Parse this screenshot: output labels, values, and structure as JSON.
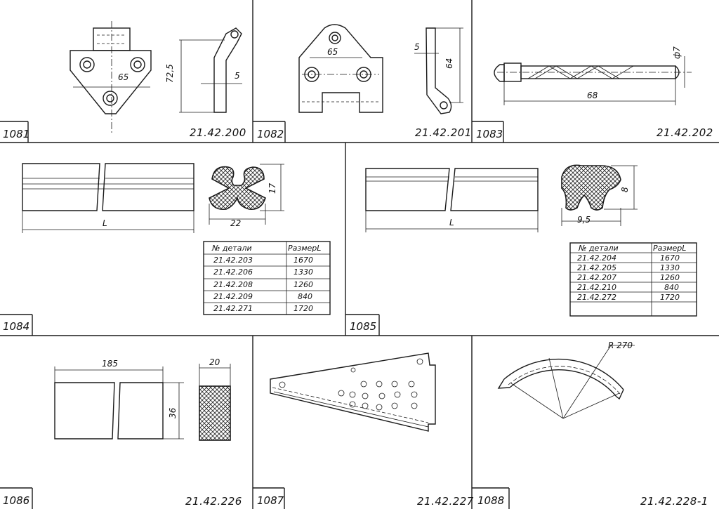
{
  "panels": [
    {
      "number": "1081",
      "code": "21.42.200",
      "dims": [
        "65",
        "72,5",
        "5"
      ]
    },
    {
      "number": "1082",
      "code": "21.42.201",
      "dims": [
        "65",
        "5",
        "64"
      ]
    },
    {
      "number": "1083",
      "code": "21.42.202",
      "dims": [
        "68",
        "ф7"
      ]
    },
    {
      "number": "1084",
      "dims": [
        "L",
        "22",
        "17"
      ],
      "table": {
        "headers": [
          "№ детали",
          "РазмерL"
        ],
        "rows": [
          [
            "21.42.203",
            "1670"
          ],
          [
            "21.42.206",
            "1330"
          ],
          [
            "21.42.208",
            "1260"
          ],
          [
            "21.42.209",
            "840"
          ],
          [
            "21.42.271",
            "1720"
          ]
        ]
      }
    },
    {
      "number": "1085",
      "dims": [
        "L",
        "9,5",
        "8"
      ],
      "table": {
        "headers": [
          "№ детали",
          "РазмерL"
        ],
        "rows": [
          [
            "21.42.204",
            "1670"
          ],
          [
            "21.42.205",
            "1330"
          ],
          [
            "21.42.207",
            "1260"
          ],
          [
            "21.42.210",
            "840"
          ],
          [
            "21.42.272",
            "1720"
          ]
        ]
      }
    },
    {
      "number": "1086",
      "code": "21.42.226",
      "dims": [
        "185",
        "36",
        "20"
      ]
    },
    {
      "number": "1087",
      "code": "21.42.227"
    },
    {
      "number": "1088",
      "code": "21.42.228-1",
      "dims": [
        "R 270"
      ]
    }
  ],
  "colors": {
    "ink": "#1a1a1a",
    "paper": "#ffffff"
  }
}
